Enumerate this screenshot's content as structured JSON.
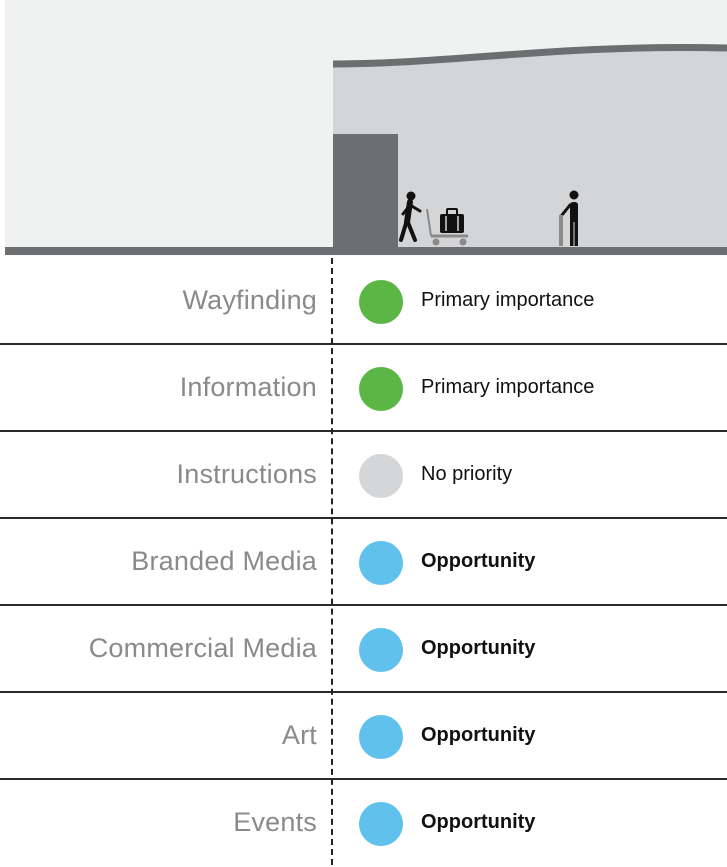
{
  "colors": {
    "primary": "#5cb646",
    "none": "#d5d6d8",
    "opportunity": "#5fc1ec"
  },
  "rows": [
    {
      "label": "Wayfinding",
      "status": "Primary importance",
      "level": "primary"
    },
    {
      "label": "Information",
      "status": "Primary importance",
      "level": "primary"
    },
    {
      "label": "Instructions",
      "status": "No priority",
      "level": "none"
    },
    {
      "label": "Branded Media",
      "status": "Opportunity",
      "level": "opportunity"
    },
    {
      "label": "Commercial Media",
      "status": "Opportunity",
      "level": "opportunity"
    },
    {
      "label": "Art",
      "status": "Opportunity",
      "level": "opportunity"
    },
    {
      "label": "Events",
      "status": "Opportunity",
      "level": "opportunity"
    }
  ]
}
